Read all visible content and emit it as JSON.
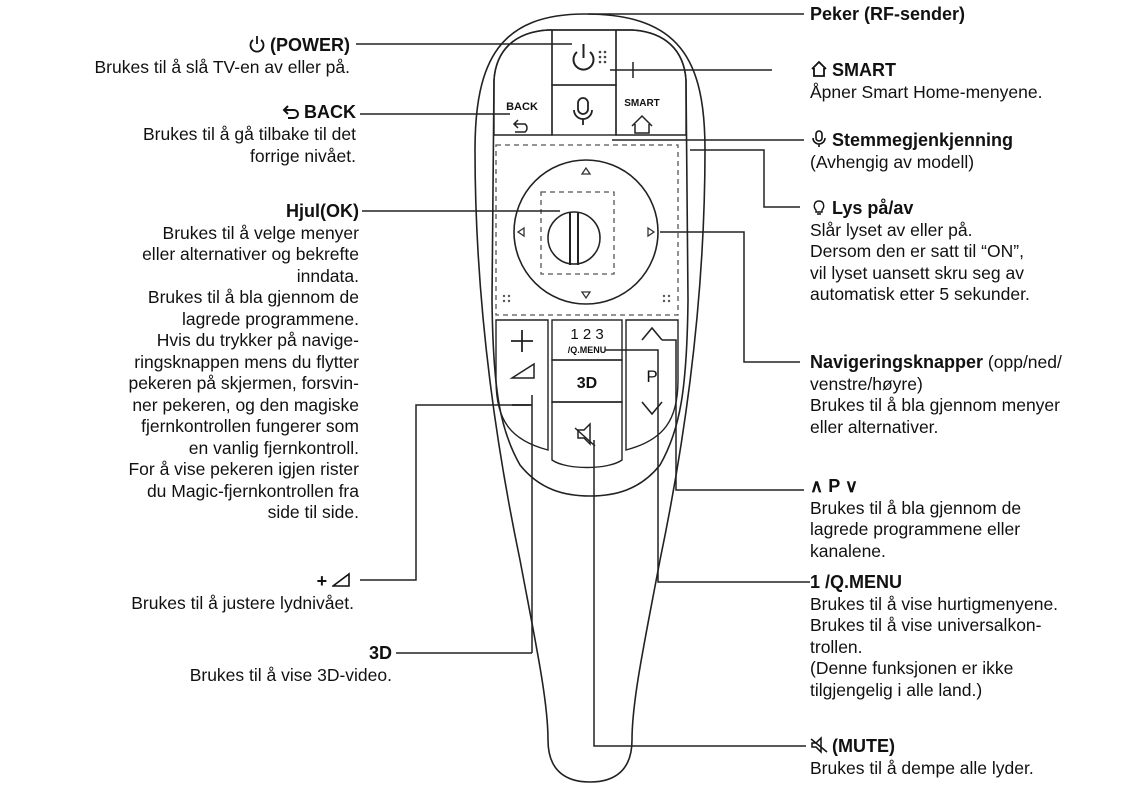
{
  "labels": {
    "power": {
      "title": "(POWER)",
      "lines": [
        "Brukes til å slå TV-en av eller på."
      ]
    },
    "back": {
      "title": "BACK",
      "lines": [
        "Brukes til å gå tilbake til det",
        "forrige nivået."
      ]
    },
    "wheel": {
      "title": "Hjul(OK)",
      "lines": [
        "Brukes til å velge menyer",
        "eller alternativer og bekrefte",
        "inndata.",
        "Brukes til å bla gjennom de",
        "lagrede programmene.",
        "Hvis du trykker på navige-",
        "ringsknappen mens du flytter",
        "pekeren på skjermen, forsvin-",
        "ner pekeren, og den magiske",
        "fjernkontrollen fungerer som",
        "en vanlig fjernkontroll.",
        "For å vise pekeren igjen rister",
        "du Magic-fjernkontrollen fra",
        "side til side."
      ]
    },
    "volume": {
      "title": "+",
      "lines": [
        "Brukes til å justere lydnivået."
      ]
    },
    "three_d": {
      "title": "3D",
      "lines": [
        "Brukes til å vise 3D-video."
      ]
    },
    "pointer": {
      "title": "Peker (RF-sender)"
    },
    "smart": {
      "title": "SMART",
      "lines": [
        "Åpner Smart Home-menyene."
      ]
    },
    "voice": {
      "title": "Stemmegjenkjenning",
      "lines": [
        "(Avhengig av modell)"
      ]
    },
    "light": {
      "title": "Lys på/av",
      "lines": [
        "Slår lyset av eller på.",
        "Dersom den er satt til “ON”,",
        "vil lyset uansett skru seg av",
        "automatisk etter 5 sekunder."
      ]
    },
    "nav": {
      "title": "Navigeringsknapper",
      "title_suffix": " (opp/ned/",
      "lines": [
        "venstre/høyre)",
        "Brukes til å bla gjennom menyer",
        "eller alternativer."
      ]
    },
    "program": {
      "title_left": "∧",
      "title": "P",
      "title_right": "∨",
      "lines": [
        "Brukes til å bla gjennom de",
        "lagrede programmene eller",
        "kanalene."
      ]
    },
    "qmenu": {
      "title": "1 /Q.MENU",
      "lines": [
        "Brukes til å vise hurtigmenyene.",
        "Brukes til å vise universalkon-",
        "trollen.",
        "(Denne funksjonen er ikke",
        "tilgjengelig i alle land.)"
      ]
    },
    "mute": {
      "title": "(MUTE)",
      "lines": [
        "Brukes til å dempe alle lyder."
      ]
    }
  },
  "remote": {
    "back_text": "BACK",
    "smart_text": "SMART",
    "num_text": "1 2 3",
    "qmenu_text": "/Q.MENU",
    "three_d_text": "3D",
    "p_text": "P"
  }
}
